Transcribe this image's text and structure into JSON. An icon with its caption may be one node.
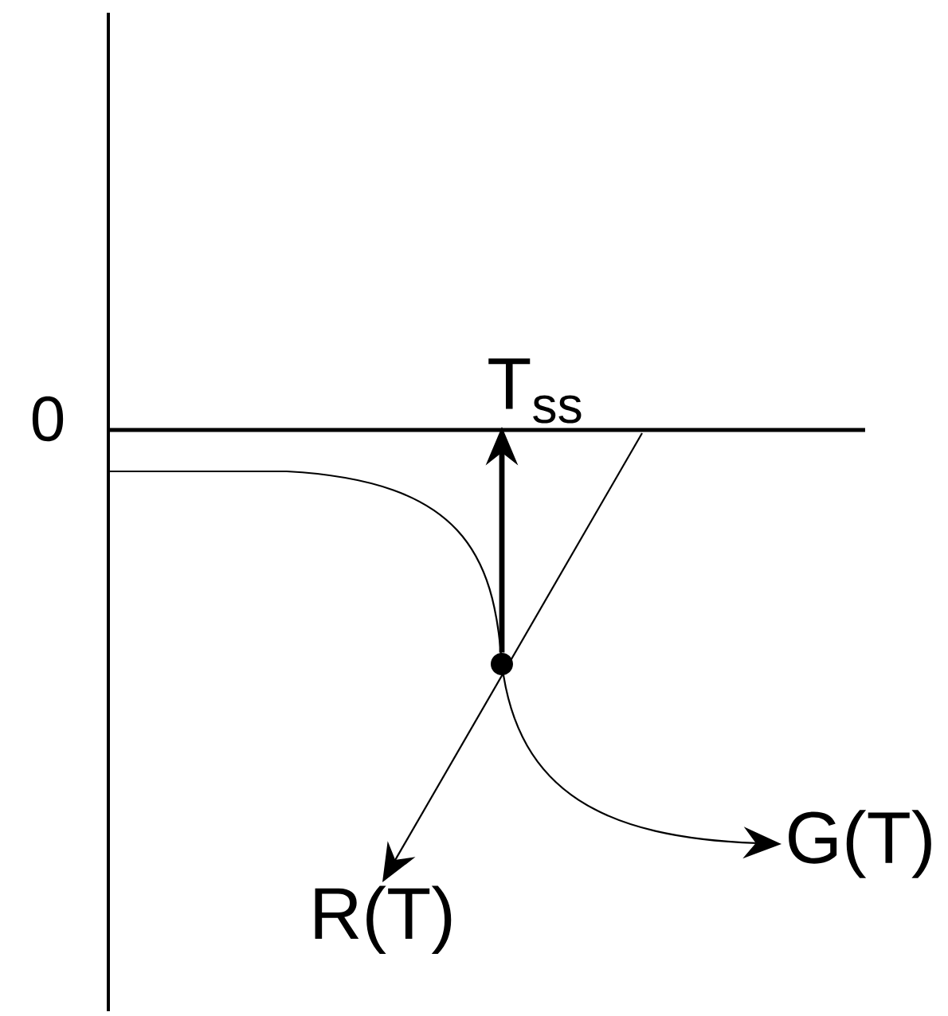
{
  "diagram": {
    "nodes": [
      {
        "text": [],
        "shape": "circle"
      },
      {
        "text": [
          "T$_{ss}$"
        ]
      },
      {
        "text": [
          "R(T)"
        ]
      },
      {
        "text": [
          "G(T)"
        ]
      }
    ],
    "edges": [
      {
        "from": 0,
        "to": 1,
        "arrow": "to",
        "style": "thick"
      },
      {
        "from": null,
        "to": 2,
        "arrow": "to"
      },
      {
        "from": null,
        "to": 3,
        "arrow": "to"
      }
    ],
    "labels": [
      "0"
    ]
  }
}
